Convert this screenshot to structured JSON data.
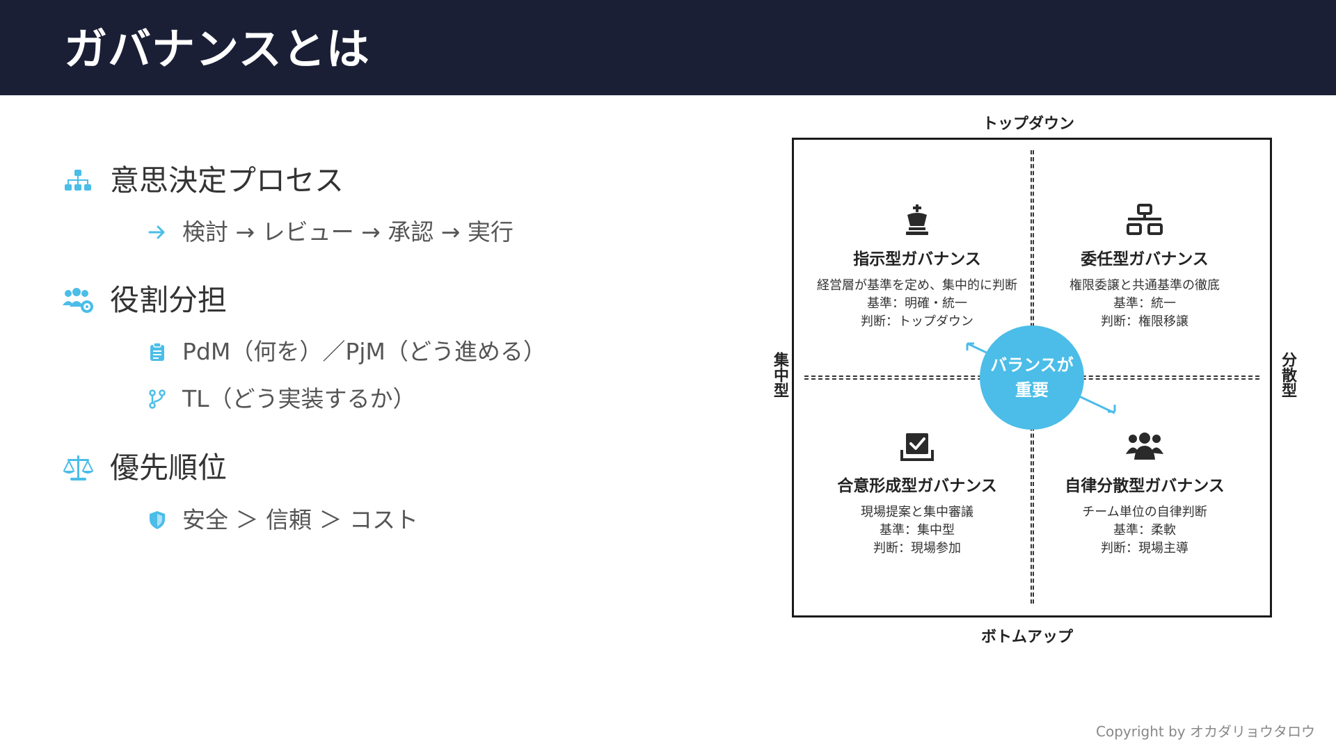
{
  "header": {
    "title": "ガバナンスとは"
  },
  "sections": [
    {
      "title": "意思決定プロセス",
      "items": [
        "検討 → レビュー → 承認 → 実行"
      ]
    },
    {
      "title": "役割分担",
      "items": [
        "PdM（何を）／PjM（どう進める）",
        "TL（どう実装するか）"
      ]
    },
    {
      "title": "優先順位",
      "items": [
        "安全 ＞ 信頼 ＞ コスト"
      ]
    }
  ],
  "diagram": {
    "axis_top": "トップダウン",
    "axis_bottom": "ボトムアップ",
    "axis_left": "集中型",
    "axis_right": "分散型",
    "center": {
      "line1": "バランスが",
      "line2": "重要"
    },
    "quadrants": [
      {
        "title": "指示型ガバナンス",
        "lines": [
          "経営層が基準を定め、集中的に判断",
          "基準：明確・統一",
          "判断：トップダウン"
        ]
      },
      {
        "title": "委任型ガバナンス",
        "lines": [
          "権限委譲と共通基準の徹底",
          "基準：統一",
          "判断：権限移譲"
        ]
      },
      {
        "title": "合意形成型ガバナンス",
        "lines": [
          "現場提案と集中審議",
          "基準：集中型",
          "判断：現場参加"
        ]
      },
      {
        "title": "自律分散型ガバナンス",
        "lines": [
          "チーム単位の自律判断",
          "基準：柔軟",
          "判断：現場主導"
        ]
      }
    ]
  },
  "footer": {
    "copyright": "Copyright by オカダリョウタロウ"
  },
  "colors": {
    "accent": "#4bbde8",
    "header_bg": "#1b1f36"
  }
}
